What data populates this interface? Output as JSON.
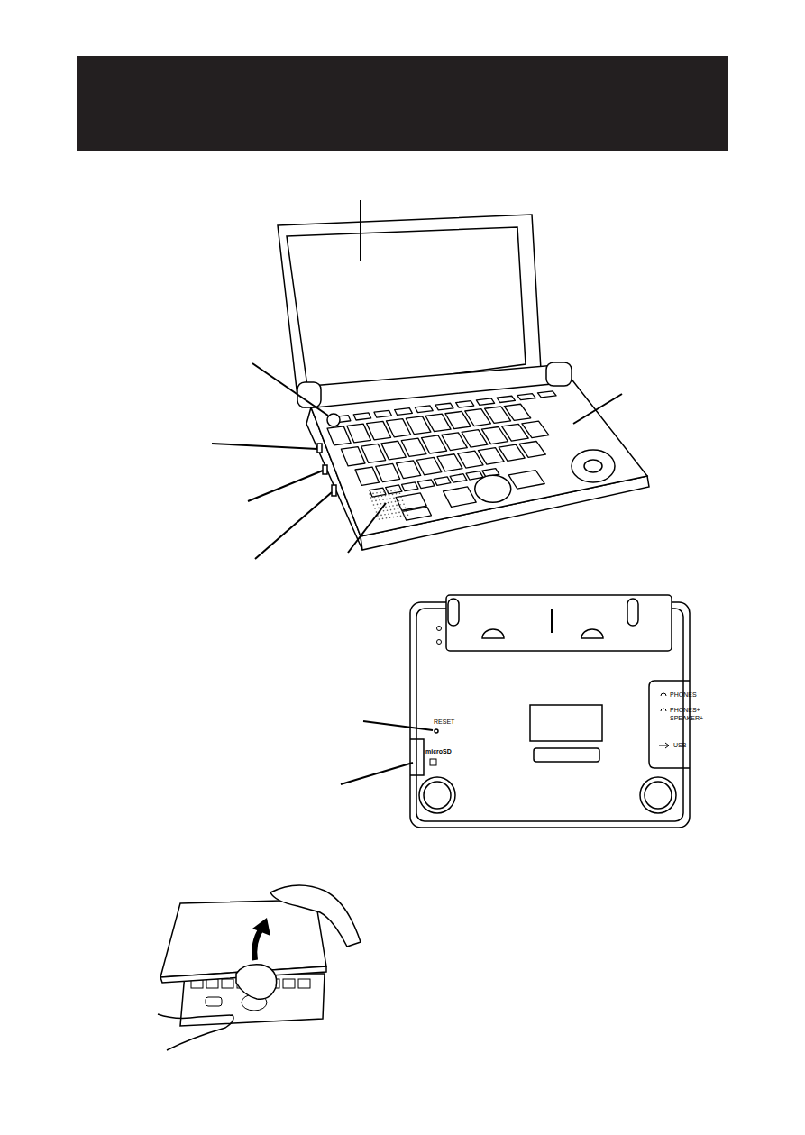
{
  "diagram": {
    "labels": [
      "RESET",
      "microSD",
      "PHONES",
      "PHONES+",
      "SPEAKER+",
      "USB"
    ]
  }
}
